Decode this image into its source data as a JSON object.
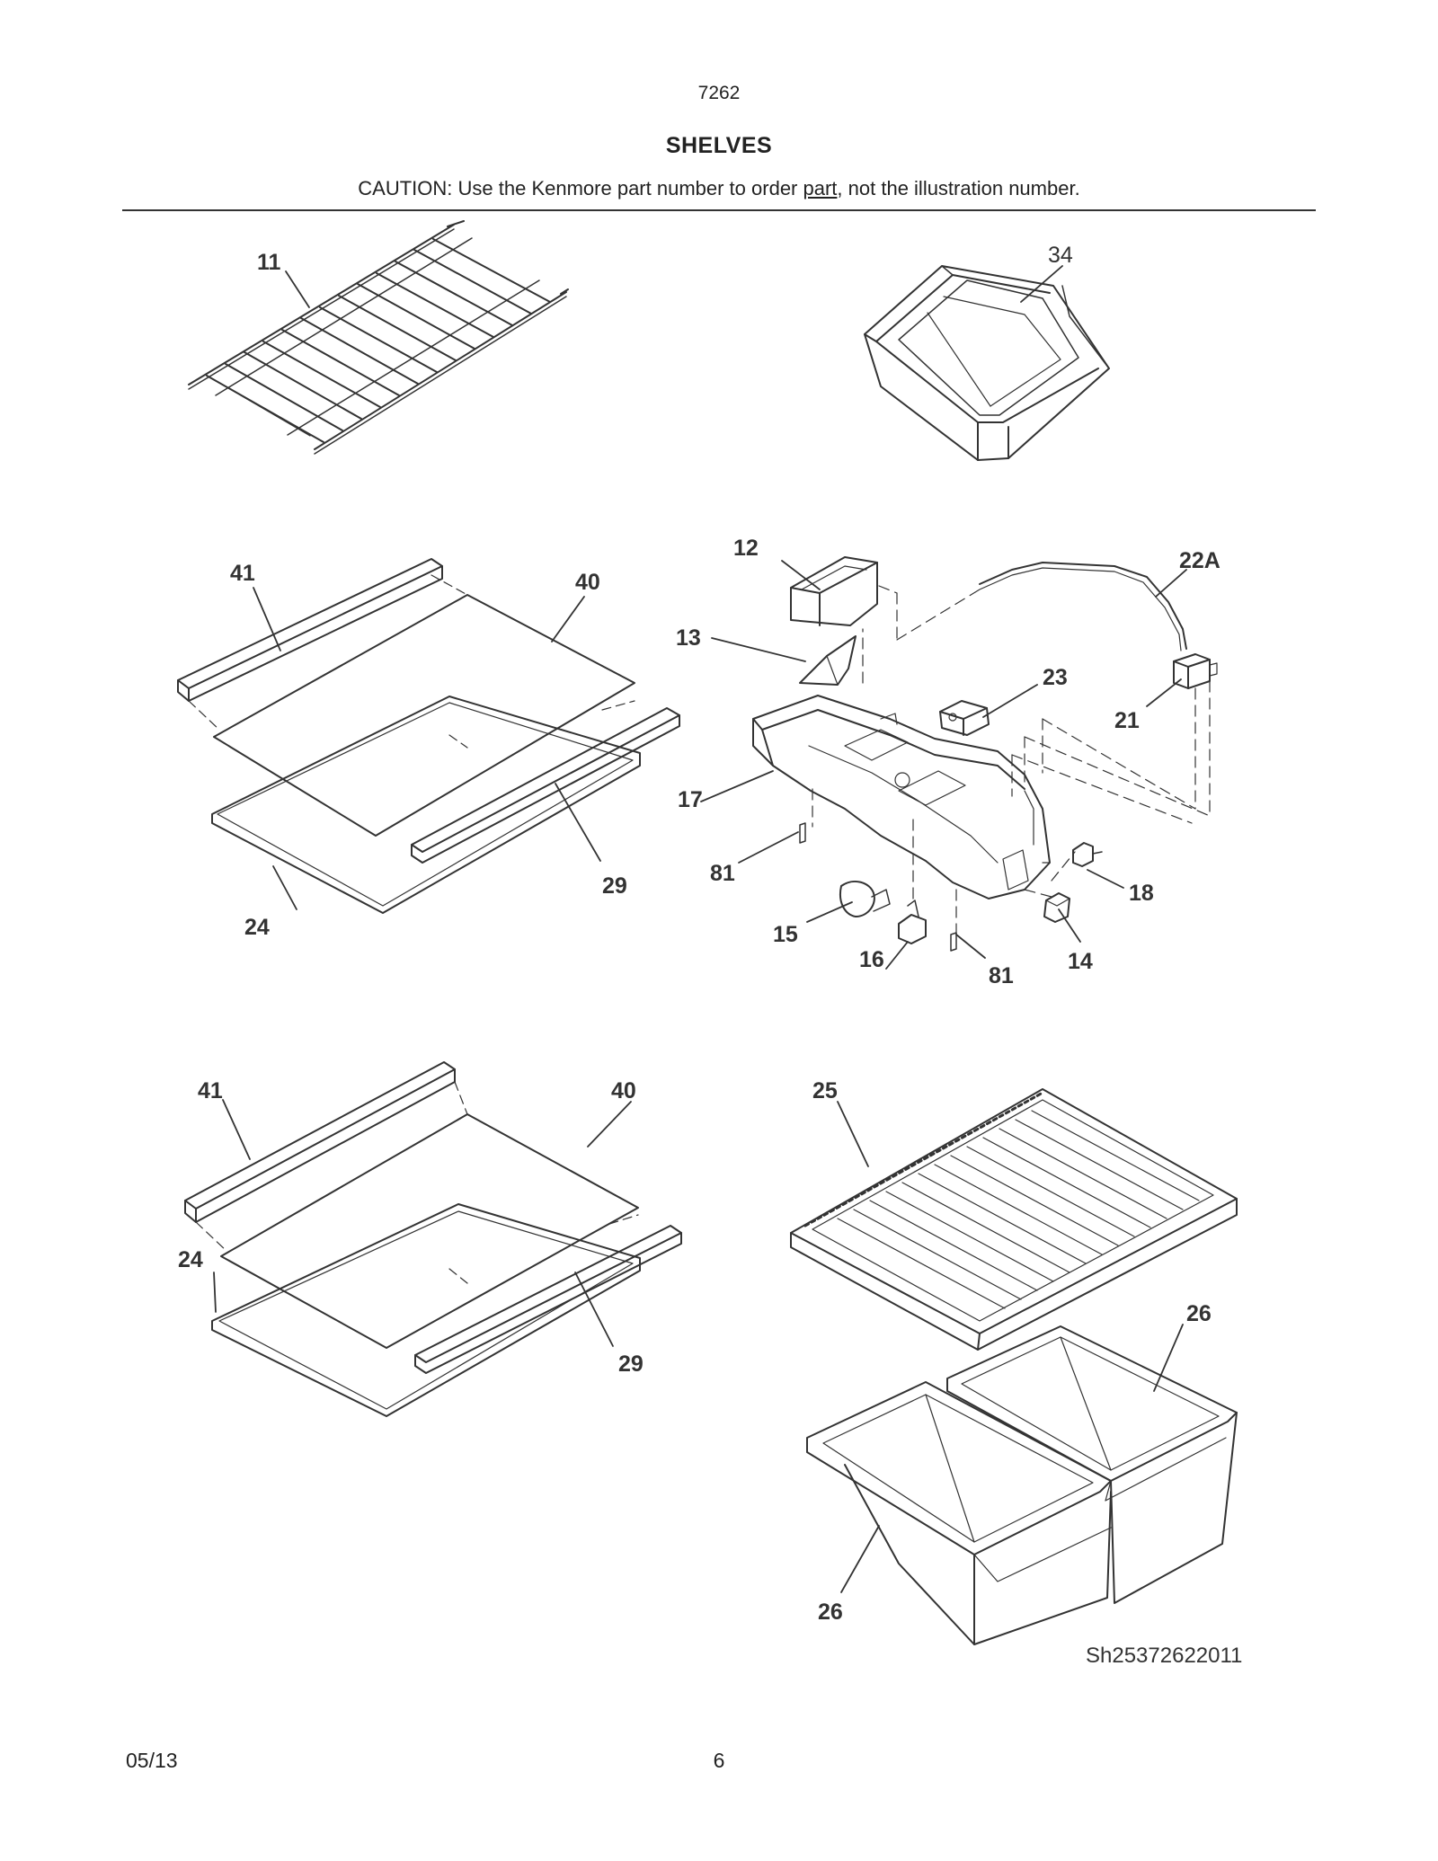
{
  "header": {
    "model_number": "7262",
    "title": "SHELVES",
    "caution_prefix": "CAUTION: Use the Kenmore part number to order ",
    "caution_link": "part",
    "caution_suffix": ", not the illustration number."
  },
  "callouts": {
    "wire_shelf": "11",
    "bin": "34",
    "top_shelf_front_trim": "41",
    "top_shelf_glass": "40",
    "top_shelf_rear_trim": "29",
    "top_shelf_frame": "24",
    "diffuser_cover": "12",
    "diffuser": "13",
    "housing": "17",
    "harness": "22A",
    "control": "23",
    "connector": "21",
    "screw_left": "81",
    "bulb": "15",
    "socket": "16",
    "screw_right": "81",
    "switch": "14",
    "knob": "18",
    "bottom_shelf_front_trim": "41",
    "bottom_shelf_glass": "40",
    "bottom_shelf_frame": "24",
    "bottom_shelf_rear_trim": "29",
    "crisper_cover": "25",
    "crisper_right": "26",
    "crisper_left": "26"
  },
  "drawing_code": "Sh25372622011",
  "footer": {
    "date": "05/13",
    "page": "6"
  }
}
